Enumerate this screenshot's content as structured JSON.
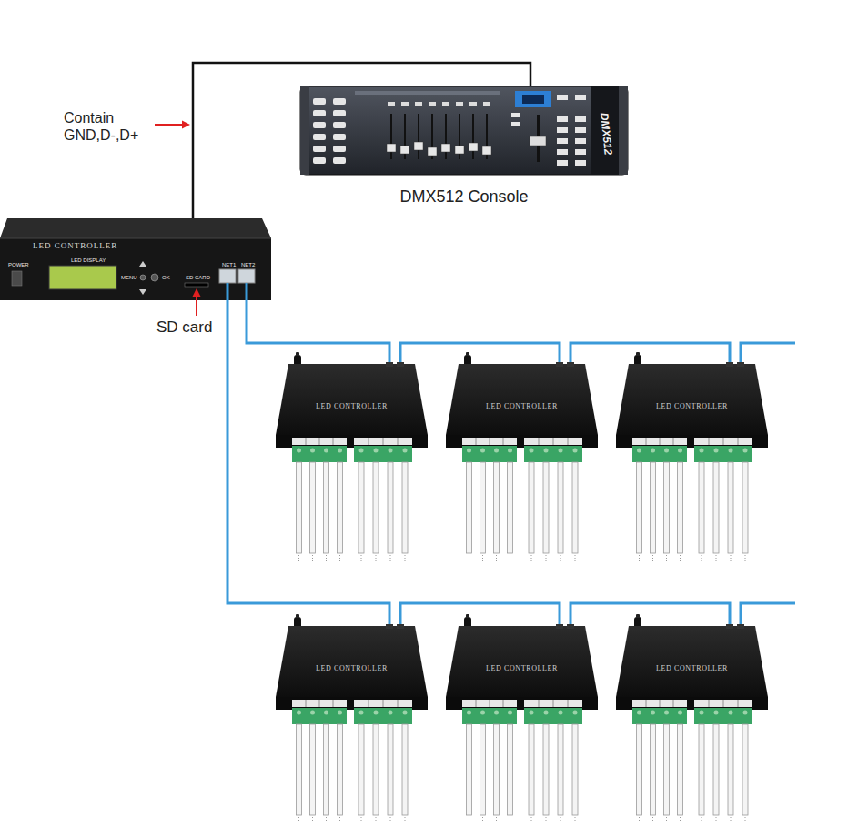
{
  "diagram": {
    "nodes": [
      {
        "text": [
          "DMX512",
          "DMX512 Console"
        ]
      },
      {
        "text": [
          "LED CONTROLLER"
        ]
      },
      {
        "text": [
          "LED CONTROLLER"
        ]
      },
      {
        "text": [
          "LED CONTROLLER"
        ]
      },
      {
        "text": [
          "LED CONTROLLER"
        ]
      },
      {
        "text": [
          "LED CONTROLLER"
        ]
      },
      {
        "text": [
          "LED CONTROLLER"
        ]
      },
      {
        "text": [
          "LED CONTROLLER"
        ]
      }
    ],
    "edges": [
      {
        "from": 1,
        "to": 0,
        "arrow": "none"
      },
      {
        "from": 1,
        "to": 2,
        "arrow": "none"
      },
      {
        "from": 2,
        "to": 3,
        "arrow": "none"
      },
      {
        "from": 3,
        "to": 4,
        "arrow": "none"
      },
      {
        "from": 1,
        "to": 5,
        "arrow": "none"
      },
      {
        "from": 5,
        "to": 6,
        "arrow": "none"
      },
      {
        "from": 6,
        "to": 7,
        "arrow": "none"
      }
    ],
    "labels": [
      "Contain GND,D-,D+",
      "SD card",
      "POWER",
      "LED DISPLAY",
      "MENU",
      "OK",
      "SD CARD",
      "NET1",
      "NET2"
    ]
  }
}
